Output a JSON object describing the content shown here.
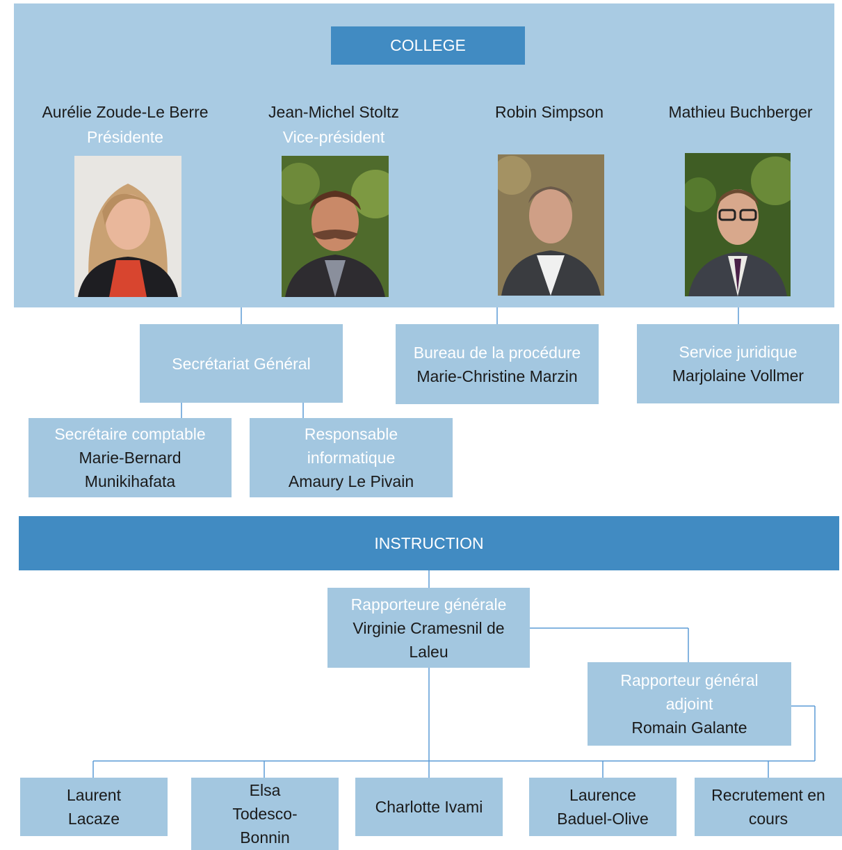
{
  "college": {
    "title": "COLLEGE",
    "members": [
      {
        "name": "Aurélie Zoude-Le Berre",
        "role": "Présidente"
      },
      {
        "name": "Jean-Michel Stoltz",
        "role": "Vice-président"
      },
      {
        "name": "Robin Simpson",
        "role": ""
      },
      {
        "name": "Mathieu Buchberger",
        "role": ""
      }
    ]
  },
  "secretariat": {
    "title": "Secrétariat Général"
  },
  "bureau": {
    "role": "Bureau de la procédure",
    "name": "Marie-Christine Marzin"
  },
  "juridique": {
    "role": "Service juridique",
    "name": "Marjolaine Vollmer"
  },
  "comptable": {
    "role": "Secrétaire comptable",
    "name": "Marie-Bernard Munikihafata"
  },
  "informatique": {
    "role": "Responsable informatique",
    "name": "Amaury Le Pivain"
  },
  "instruction": {
    "title": "INSTRUCTION",
    "rapporteure": {
      "role": "Rapporteure générale",
      "name": "Virginie Cramesnil de Laleu"
    },
    "adjoint": {
      "role": "Rapporteur général adjoint",
      "name": "Romain Galante"
    },
    "staff": [
      "Laurent Lacaze",
      "Elsa Todesco-Bonnin",
      "Charlotte Ivami",
      "Laurence Baduel-Olive",
      "Recrutement en cours"
    ]
  },
  "colors": {
    "light_blue": "#a9cbe3",
    "dark_blue": "#418bc2",
    "box_blue": "#a3c7e0",
    "line": "#5b9bd5"
  }
}
